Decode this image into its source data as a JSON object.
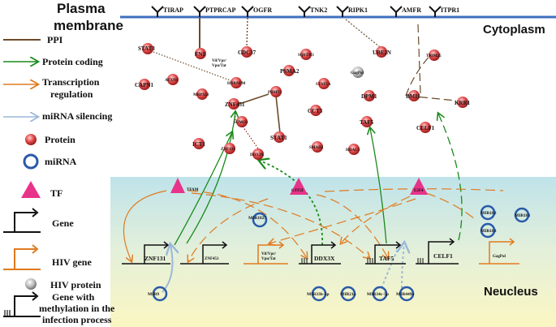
{
  "regions": {
    "plasma_membrane_line1": "Plasma",
    "plasma_membrane_line2": "membrane",
    "cytoplasm": "Cytoplasm",
    "nucleus": "Neucleus"
  },
  "receptors": [
    "TIRAP",
    "PTPRCAP",
    "OGFR",
    "TNK2",
    "RIPK1",
    "AMFR",
    "ITPR1"
  ],
  "legend": {
    "ppi": "PPI",
    "protein_coding": "Protein coding",
    "transcription_regulation_line1": "Transcription",
    "transcription_regulation_line2": "regulation",
    "mirna_silencing": "miRNA silencing",
    "protein": "Protein",
    "mirna": "miRNA",
    "tf": "TF",
    "gene": "Gene",
    "hiv_gene": "HIV gene",
    "hiv_protein": "HIV protein",
    "methylated_gene_line1": "Gene with",
    "methylated_gene_line2": "methylation in the",
    "methylated_gene_line3": "infection process"
  },
  "proteins": {
    "stat3": "STAT3",
    "fn1": "FN1",
    "cdc37": "CDC37",
    "sqstm1": "SQSTM1",
    "ube2n": "UBE2N",
    "trim25": "TRIM25",
    "capn1": "CAPN1",
    "atxn1": "ATXN1",
    "hnrnpm": "HNRNPM",
    "psma2": "PSMA2",
    "stat5a": "STAT5A",
    "mrps23": "MRPS23",
    "prmt1": "PRMT1",
    "dpm1": "DPM1",
    "bmi1": "BMI1",
    "krr1": "KRR1",
    "znf451": "ZNF451",
    "cct3": "CCT3",
    "taf5": "TAF5",
    "sumo3": "SUMO3",
    "celf1": "CELF1",
    "ict1": "ICT1",
    "stat1": "STAT1",
    "smad2": "SMAD2",
    "hdac3": "HDAC3",
    "znf131": "ZNF131",
    "ddx3x": "DDX3X"
  },
  "hiv_proteins": {
    "vif_vpr_vpu_tat_line1": "Vif/Vpr/",
    "vif_vpr_vpu_tat_line2": "Vpu/Tat",
    "gagpol": "GagPol"
  },
  "tfs": {
    "tfam": "TFAM",
    "gtf2i": "GTF2I",
    "e2f4": "E2F4"
  },
  "genes": {
    "znf131": "ZNF131",
    "znf451": "ZNF451",
    "vif_line1": "Vif/Vpr/",
    "vif_line2": "Vpu/Tat",
    "ddx3x": "DDX3X",
    "taf5": "TAF5",
    "celf1": "CELF1",
    "gagpol": "GagPol"
  },
  "mirnas": {
    "mir1827": "MIR1827",
    "mir182": "MIR182",
    "mir181": "MIR181",
    "mir183": "MIR183",
    "mir9": "MIR9",
    "mir33b": "MIR33b-5p",
    "mir21a": "MIR21a",
    "mir34c": "MIR34c-5p",
    "mir449a": "MIR449a"
  },
  "colors": {
    "ppi": "#6b4a2a",
    "protein_coding": "#1a8a1a",
    "transcription_regulation": "#e07a1f",
    "mirna_silencing": "#9bb8d8",
    "membrane": "#3f6fbf",
    "protein": "#d93a3a",
    "mirna": "#2a5aa8",
    "tf": "#e8338a",
    "hiv": "#e07a1f"
  }
}
